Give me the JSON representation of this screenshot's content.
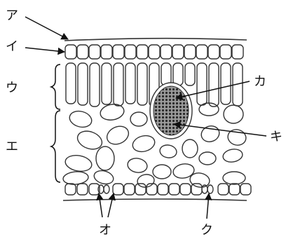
{
  "diagram": {
    "labels": {
      "a": "ア",
      "i": "イ",
      "u": "ウ",
      "e": "エ",
      "o": "オ",
      "ka": "カ",
      "ki": "キ",
      "ku": "ク"
    },
    "colors": {
      "line": "#333333",
      "vessel_fill": "#5a5a5a",
      "background": "#ffffff"
    }
  }
}
